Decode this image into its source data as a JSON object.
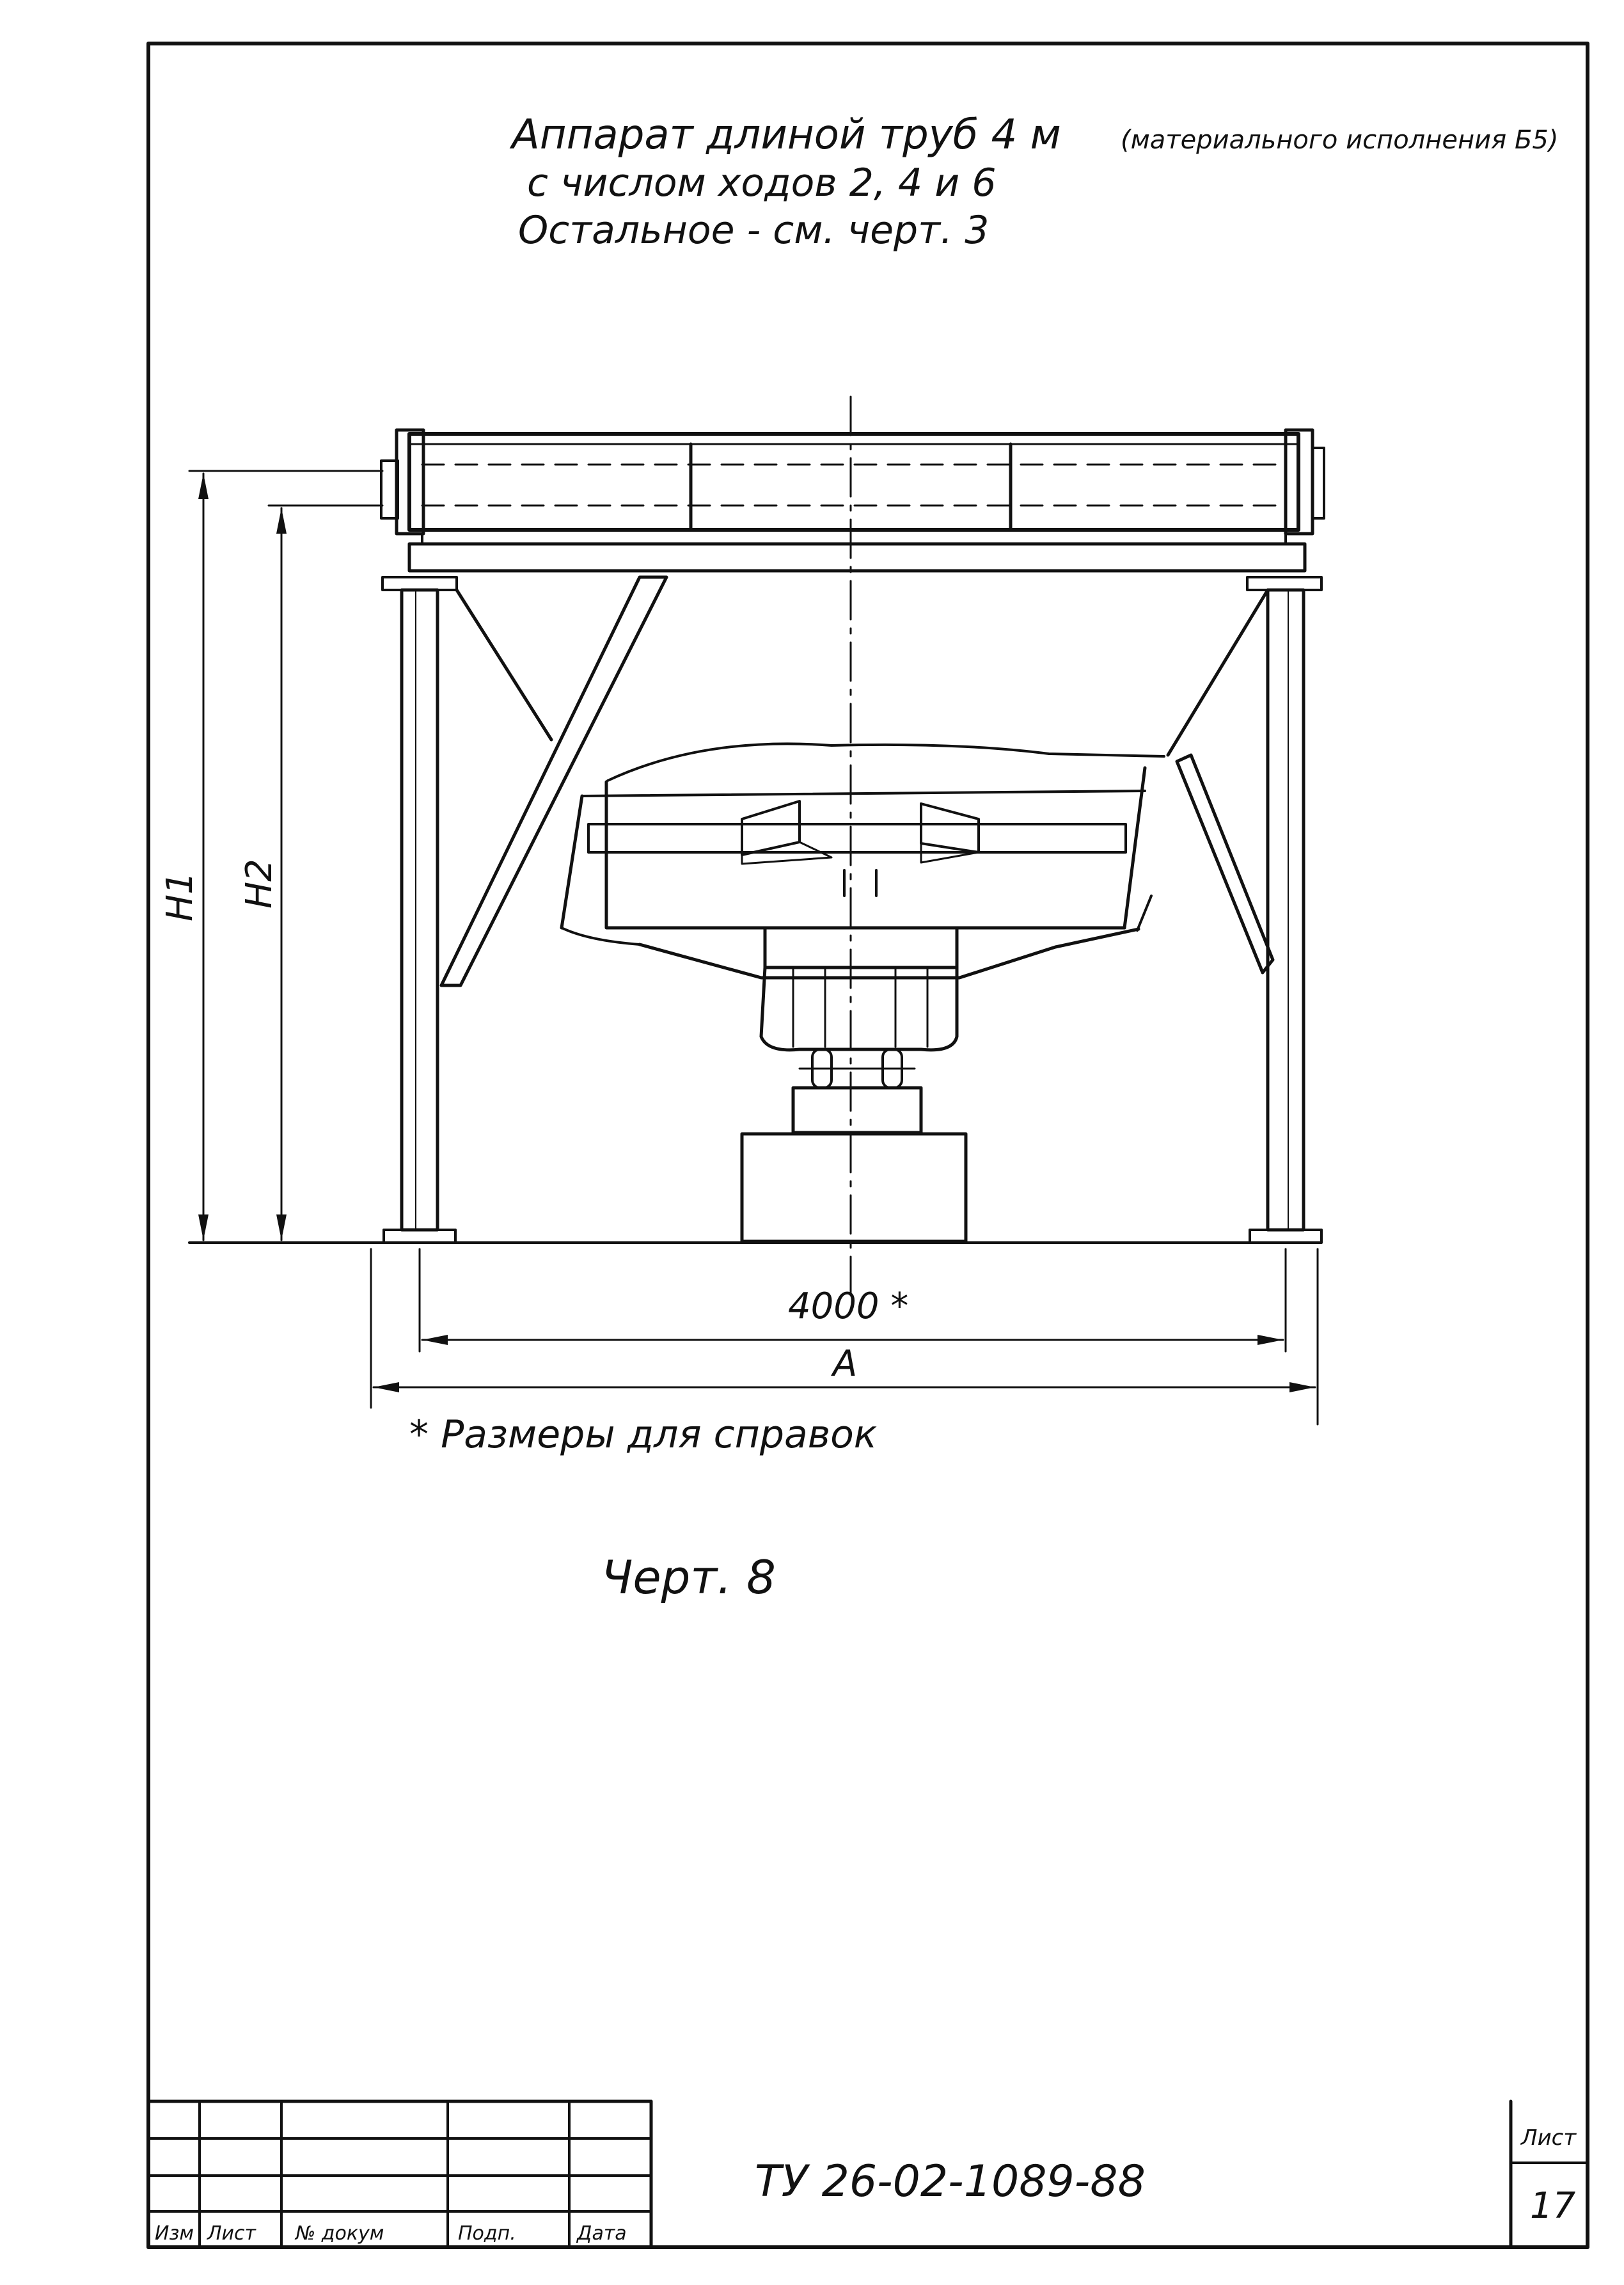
{
  "header": {
    "line1": "Аппарат длиной труб 4 м",
    "line1_note": "(материального исполнения Б5)",
    "line2": "с числом ходов  2, 4 и 6",
    "line3": "Остальное - см. черт. 3"
  },
  "drawing": {
    "dim_h1": "H1",
    "dim_h2": "H2",
    "dim_4000": "4000 *",
    "dim_a": "A",
    "footnote": "* Размеры для справок",
    "figure_label": "Черт. 8"
  },
  "title_block": {
    "designation": "ТУ 26-02-1089-88",
    "sheet_label": "Лист",
    "sheet_number": "17",
    "columns": [
      "Изм",
      "Лист",
      "№ докум",
      "Подп.",
      "Дата"
    ]
  }
}
